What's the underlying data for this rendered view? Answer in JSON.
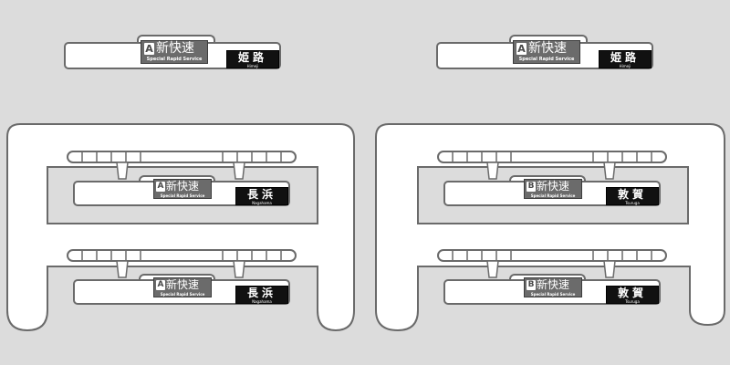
{
  "service_type": {
    "kanji": "新快速",
    "english": "Special Rapid Service"
  },
  "signs": {
    "top_left": {
      "letter": "A",
      "dest_kanji": "姫路",
      "dest_roman": "Himeji"
    },
    "top_right": {
      "letter": "A",
      "dest_kanji": "姫路",
      "dest_roman": "Himeji"
    },
    "left_upper": {
      "letter": "A",
      "dest_kanji": "長浜",
      "dest_roman": "Nagahama"
    },
    "left_lower": {
      "letter": "A",
      "dest_kanji": "長浜",
      "dest_roman": "Nagahama"
    },
    "right_upper": {
      "letter": "B",
      "dest_kanji": "敦賀",
      "dest_roman": "Tsuruga"
    },
    "right_lower": {
      "letter": "B",
      "dest_kanji": "敦賀",
      "dest_roman": "Tsuruga"
    }
  },
  "colors": {
    "background": "#dcdcdc",
    "outline": "#6a6a6a",
    "badge": "#6b6b6b",
    "destination_panel": "#111111"
  }
}
